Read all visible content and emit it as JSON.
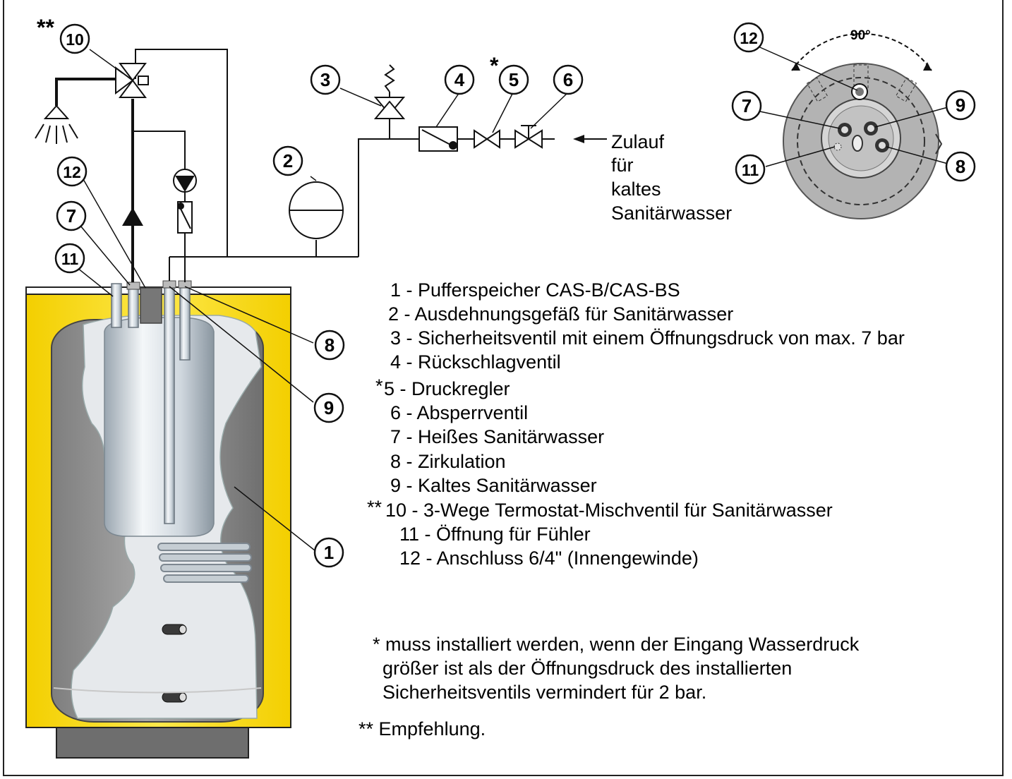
{
  "callouts": [
    "1",
    "2",
    "3",
    "4",
    "5",
    "6",
    "7",
    "8",
    "9",
    "10",
    "11",
    "12"
  ],
  "star_single": "*",
  "star_double": "**",
  "inlet_label": [
    "Zulauf",
    "für",
    "kaltes",
    "Sanitärwasser"
  ],
  "angle_label": "90°",
  "legend": [
    {
      "mark": "",
      "text": "1 - Pufferspeicher CAS-B/CAS-BS"
    },
    {
      "mark": "",
      "text": "2 - Ausdehnungsgefäß für Sanitärwasser"
    },
    {
      "mark": "",
      "text": "3 - Sicherheitsventil mit einem Öffnungsdruck von max. 7 bar"
    },
    {
      "mark": "",
      "text": "4 - Rückschlagventil"
    },
    {
      "mark": "*",
      "text": "5 - Druckregler"
    },
    {
      "mark": "",
      "text": "6 - Absperrventil"
    },
    {
      "mark": "",
      "text": "7 - Heißes Sanitärwasser"
    },
    {
      "mark": "",
      "text": "8 - Zirkulation"
    },
    {
      "mark": "",
      "text": "9 - Kaltes Sanitärwasser"
    },
    {
      "mark": "**",
      "text": "10 - 3-Wege Termostat-Mischventil für Sanitärwasser"
    },
    {
      "mark": "",
      "text": "11 - Öffnung für Fühler"
    },
    {
      "mark": "",
      "text": "12 - Anschluss 6/4\" (Innengewinde)"
    }
  ],
  "footnote_single": [
    "* muss installiert werden, wenn der Eingang Wasserdruck",
    "größer ist als der Öffnungsdruck des installierten",
    "Sicherheitsventils vermindert für 2 bar."
  ],
  "footnote_double": "** Empfehlung.",
  "colors": {
    "insulation": "#f5d400",
    "tank": "#8c8c8c",
    "coil": "#cfd6dc",
    "circle_bg": "#b3b3b3"
  }
}
